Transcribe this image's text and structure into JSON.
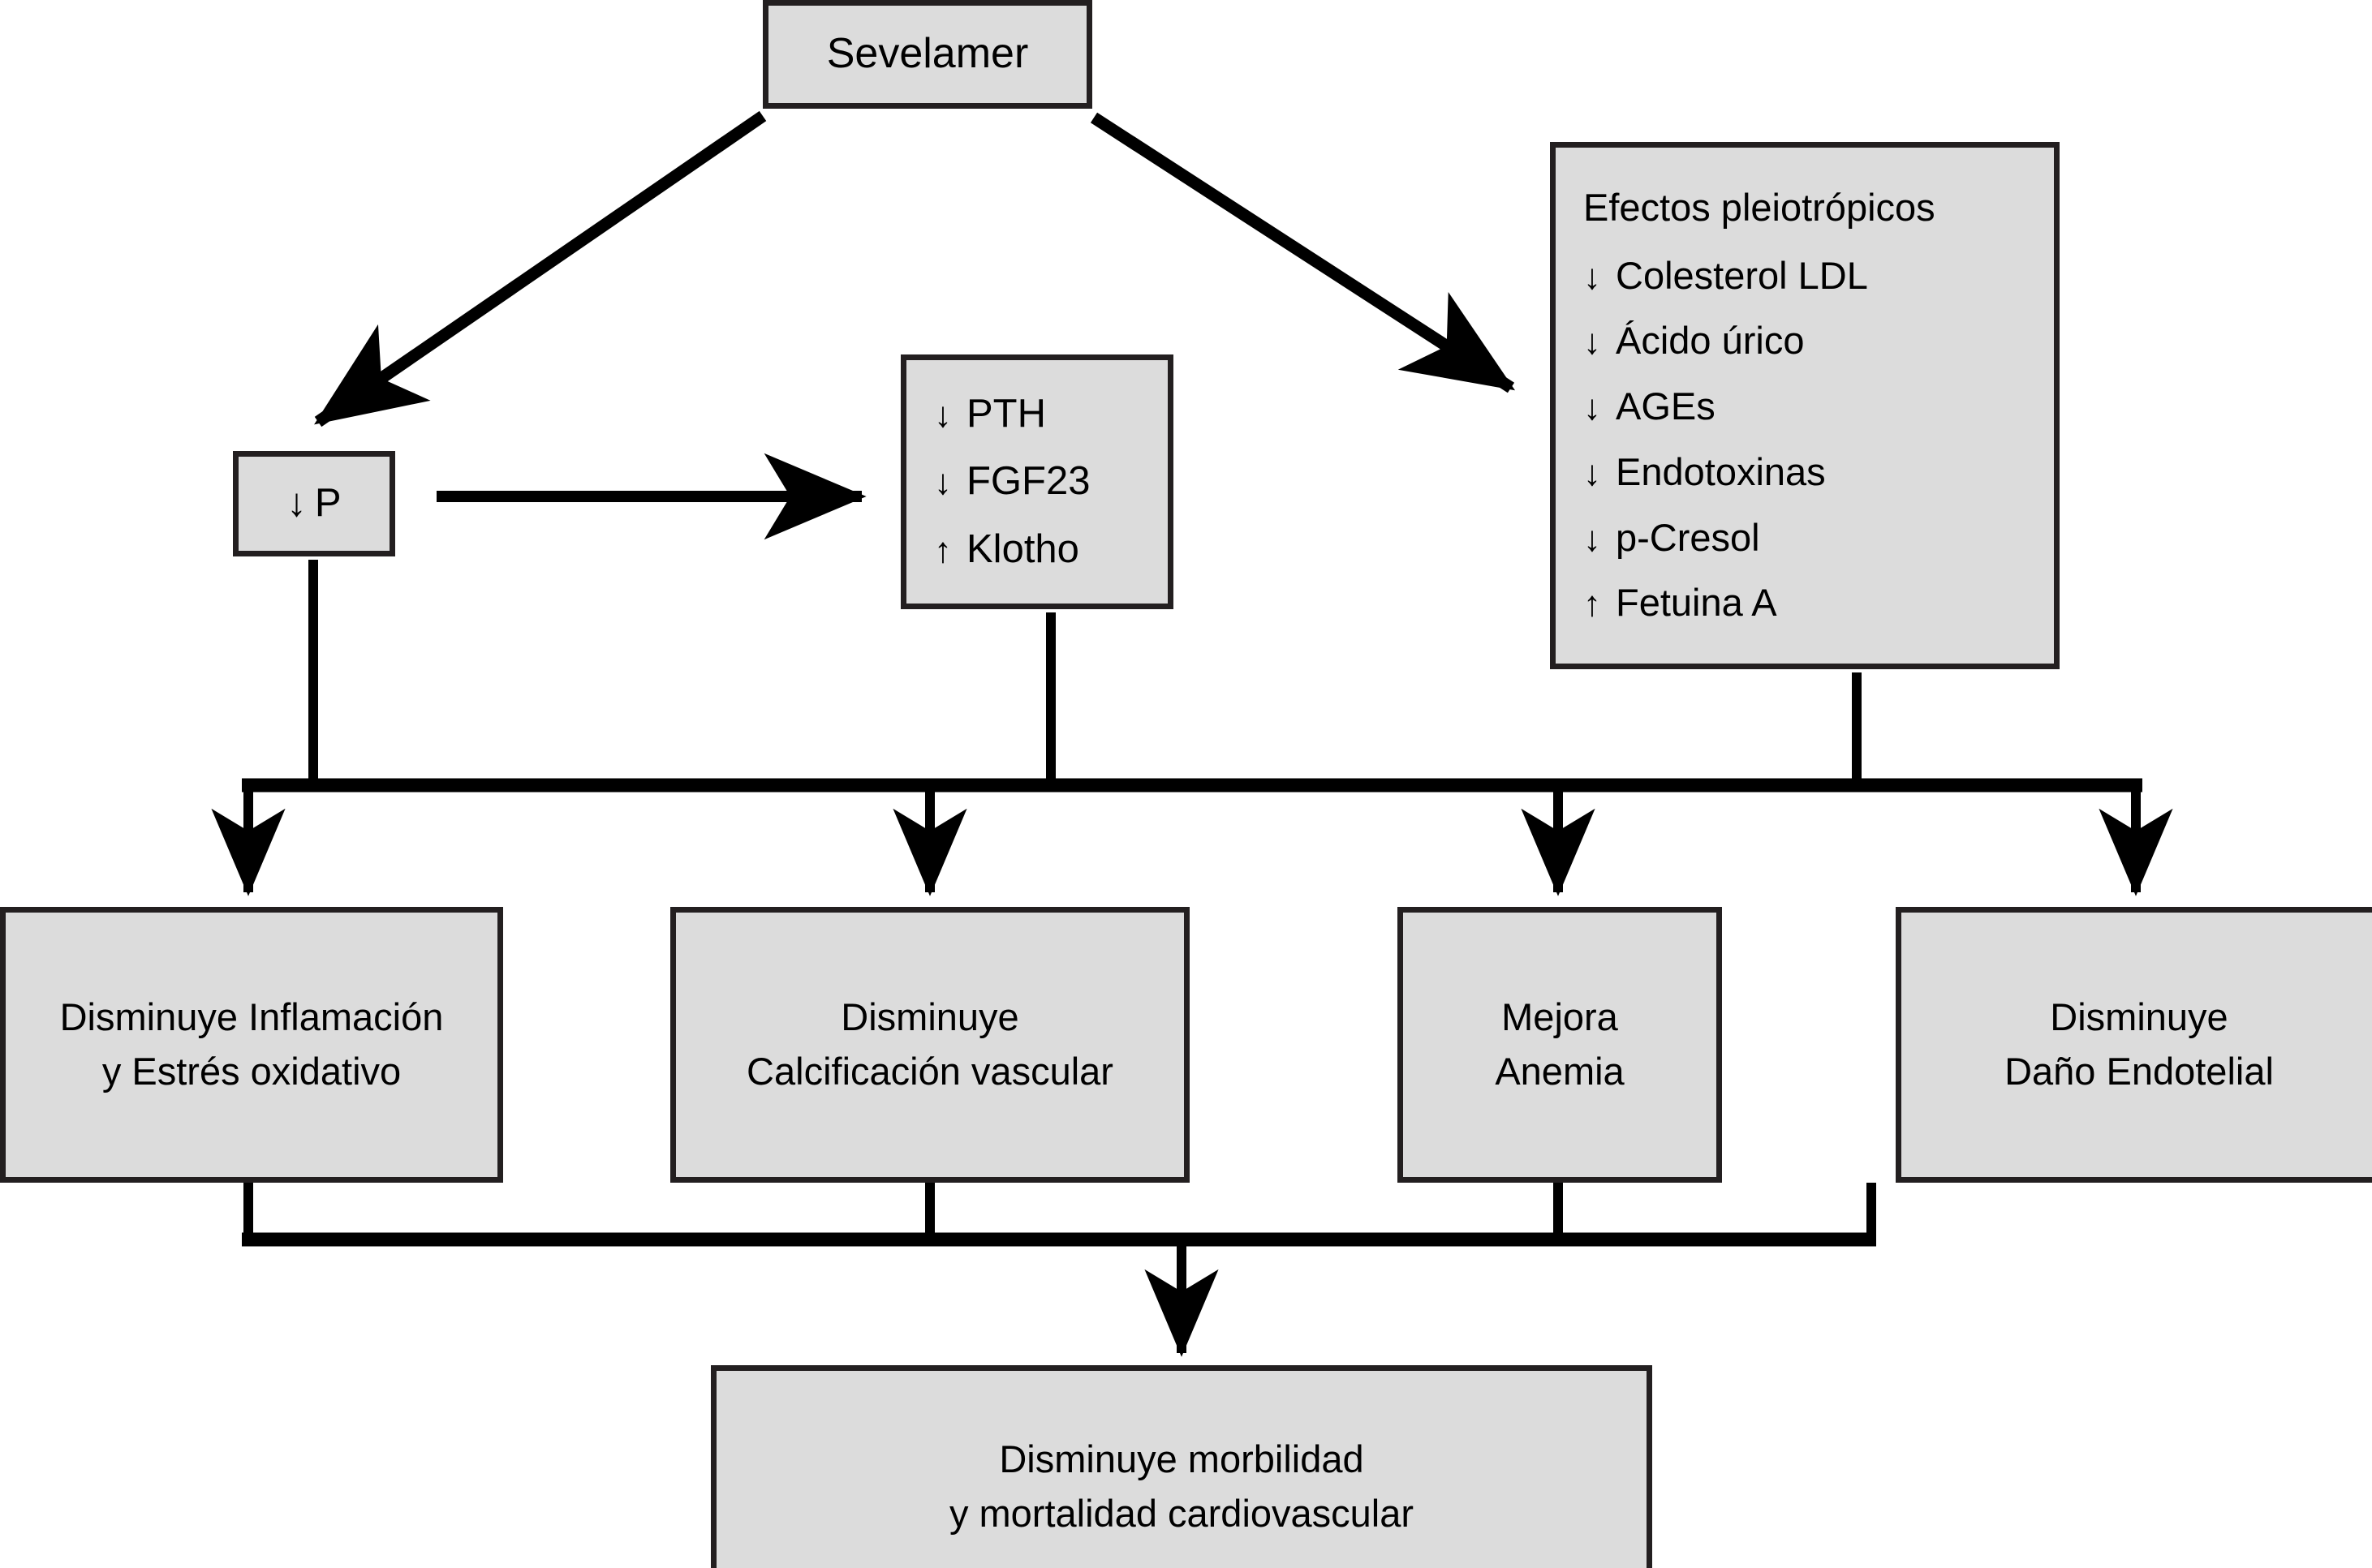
{
  "diagram": {
    "title_node": {
      "label": "Sevelamer"
    },
    "phosphate_node": {
      "arrow": "↓",
      "label": "P"
    },
    "pth_node": {
      "rows": [
        {
          "arrow": "↓",
          "label": "PTH"
        },
        {
          "arrow": "↓",
          "label": "FGF23"
        },
        {
          "arrow": "↑",
          "label": "Klotho"
        }
      ]
    },
    "pleiotropic_node": {
      "header": "Efectos pleiotrópicos",
      "rows": [
        {
          "arrow": "↓",
          "label": "Colesterol LDL"
        },
        {
          "arrow": "↓",
          "label": "Ácido úrico"
        },
        {
          "arrow": "↓",
          "label": "AGEs"
        },
        {
          "arrow": "↓",
          "label": "Endotoxinas"
        },
        {
          "arrow": "↓",
          "label": "p-Cresol"
        },
        {
          "arrow": "↑",
          "label": "Fetuina A"
        }
      ]
    },
    "outcomes": [
      {
        "line1": "Disminuye Inflamación",
        "line2": "y Estrés oxidativo"
      },
      {
        "line1": "Disminuye",
        "line2": "Calcificación vascular"
      },
      {
        "line1": "Mejora",
        "line2": "Anemia"
      },
      {
        "line1": "Disminuye",
        "line2": "Daño Endotelial"
      }
    ],
    "final_node": {
      "line1": "Disminuye morbilidad",
      "line2": "y mortalidad cardiovascular"
    },
    "colors": {
      "node_fill": "#dcdcdc",
      "node_border": "#231f20",
      "connector": "#000000",
      "background": "#ffffff"
    }
  }
}
